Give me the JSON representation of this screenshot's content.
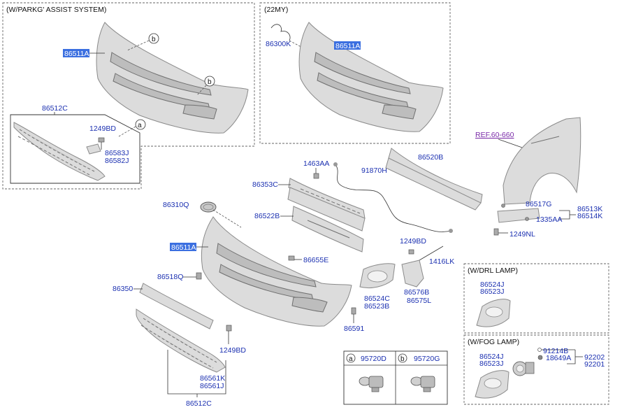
{
  "sections": {
    "parking_assist": "(W/PARKG' ASSIST SYSTEM)",
    "my22": "(22MY)",
    "drl_lamp": "(W/DRL LAMP)",
    "fog_lamp": "(W/FOG LAMP)"
  },
  "reference": "REF.60-660",
  "callouts": {
    "a": "a",
    "b": "b"
  },
  "legend": {
    "a": {
      "letter": "a",
      "part": "95720D"
    },
    "b": {
      "letter": "b",
      "part": "95720G"
    }
  },
  "labels": {
    "p86511A_1": "86511A",
    "p86512C_1": "86512C",
    "p1249BD_1": "1249BD",
    "p86583J": "86583J",
    "p86582J": "86582J",
    "p86300K": "86300K",
    "p86511A_2": "86511A",
    "p86520B": "86520B",
    "p1463AA": "1463AA",
    "p91870H": "91870H",
    "p86353C": "86353C",
    "p86310Q": "86310Q",
    "p86522B": "86522B",
    "p86511A_3": "86511A",
    "p86655E": "86655E",
    "p1249BD_2": "1249BD",
    "p1416LK": "1416LK",
    "p86518Q": "86518Q",
    "p86350": "86350",
    "p86524C": "86524C",
    "p86523B": "86523B",
    "p86576B": "86576B",
    "p86575L": "86575L",
    "p86591": "86591",
    "p1249BD_3": "1249BD",
    "p86561K": "86561K",
    "p86561J": "86561J",
    "p86512C_2": "86512C",
    "p86517G": "86517G",
    "p86513K": "86513K",
    "p86514K": "86514K",
    "p1335AA": "1335AA",
    "p1249NL": "1249NL",
    "p86524J_1": "86524J",
    "p86523J_1": "86523J",
    "p86524J_2": "86524J",
    "p86523J_2": "86523J",
    "p91214B": "91214B",
    "p18649A": "18649A",
    "p92202": "92202",
    "p92201": "92201"
  }
}
